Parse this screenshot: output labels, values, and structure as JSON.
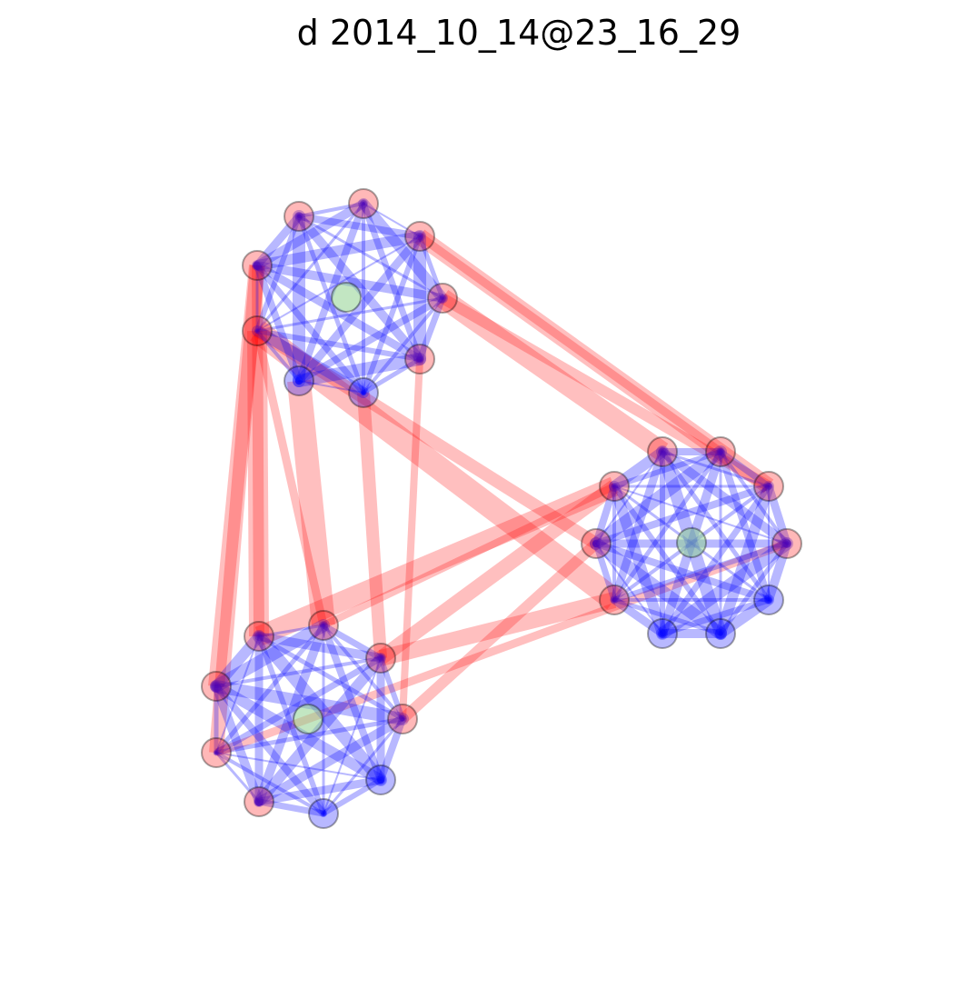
{
  "title": "d 2014_10_14@23_16_29",
  "colors": {
    "intra_edge": "#0000ff",
    "inter_edge": "#ff0000",
    "node_red": "#ff0000",
    "node_blue": "#0000ff",
    "node_center": "#8fd18f",
    "node_stroke": "#000000"
  },
  "graph": {
    "clusters": [
      {
        "name": "top-left",
        "nodes": [
          {
            "id": "A1",
            "color": "red"
          },
          {
            "id": "A2",
            "color": "red"
          },
          {
            "id": "A3",
            "color": "red"
          },
          {
            "id": "A4",
            "color": "red"
          },
          {
            "id": "A5",
            "color": "red"
          },
          {
            "id": "A6",
            "color": "blue"
          },
          {
            "id": "A7",
            "color": "blue"
          },
          {
            "id": "A8",
            "color": "red"
          },
          {
            "id": "A9",
            "color": "red"
          },
          {
            "id": "A0",
            "color": "center"
          }
        ]
      },
      {
        "name": "right",
        "nodes": [
          {
            "id": "B1",
            "color": "red"
          },
          {
            "id": "B2",
            "color": "red"
          },
          {
            "id": "B3",
            "color": "red"
          },
          {
            "id": "B4",
            "color": "red"
          },
          {
            "id": "B5",
            "color": "blue"
          },
          {
            "id": "B6",
            "color": "blue"
          },
          {
            "id": "B7",
            "color": "blue"
          },
          {
            "id": "B8",
            "color": "red"
          },
          {
            "id": "B9",
            "color": "red"
          },
          {
            "id": "B10",
            "color": "red"
          },
          {
            "id": "B0",
            "color": "center"
          }
        ]
      },
      {
        "name": "bottom-left",
        "nodes": [
          {
            "id": "C1",
            "color": "red"
          },
          {
            "id": "C2",
            "color": "red"
          },
          {
            "id": "C3",
            "color": "red"
          },
          {
            "id": "C4",
            "color": "red"
          },
          {
            "id": "C5",
            "color": "blue"
          },
          {
            "id": "C6",
            "color": "blue"
          },
          {
            "id": "C7",
            "color": "red"
          },
          {
            "id": "C8",
            "color": "red"
          },
          {
            "id": "C9",
            "color": "red"
          },
          {
            "id": "C0",
            "color": "center"
          }
        ]
      }
    ],
    "inter_edges": [
      [
        "A9",
        "C9"
      ],
      [
        "A9",
        "C1"
      ],
      [
        "A8",
        "C1"
      ],
      [
        "A8",
        "C2"
      ],
      [
        "A7",
        "C2"
      ],
      [
        "A6",
        "C3"
      ],
      [
        "A5",
        "C4"
      ],
      [
        "A9",
        "C8"
      ],
      [
        "A3",
        "B3"
      ],
      [
        "A4",
        "B3"
      ],
      [
        "A4",
        "B1"
      ],
      [
        "A3",
        "B2"
      ],
      [
        "A8",
        "B8"
      ],
      [
        "A8",
        "B9"
      ],
      [
        "C2",
        "B10"
      ],
      [
        "C3",
        "B10"
      ],
      [
        "C3",
        "B8"
      ],
      [
        "C4",
        "B9"
      ],
      [
        "C1",
        "B10"
      ],
      [
        "C8",
        "B4"
      ]
    ]
  }
}
